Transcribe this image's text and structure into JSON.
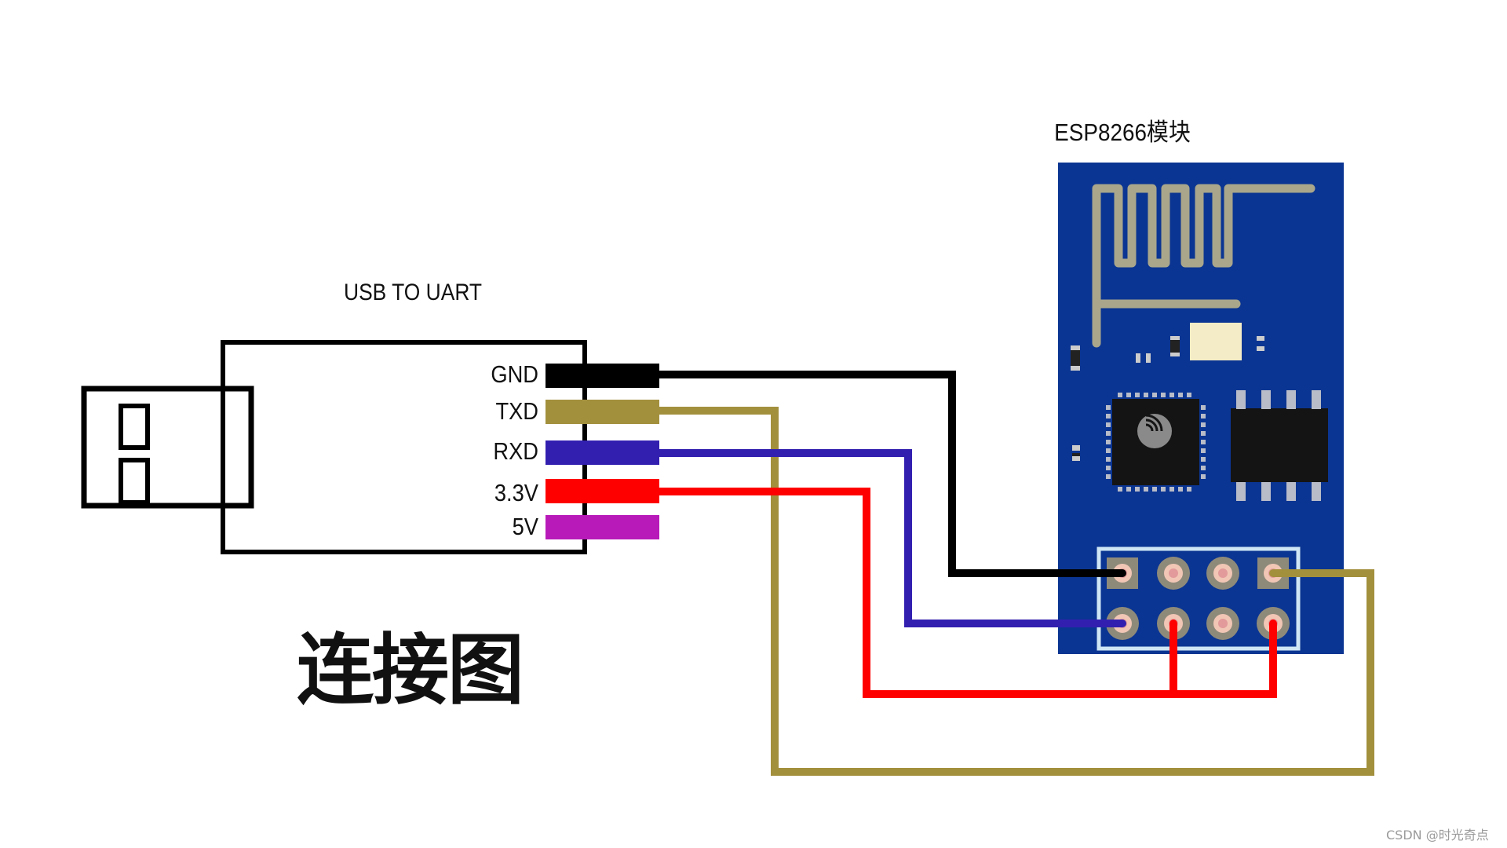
{
  "diagram": {
    "title": "连接图",
    "usb_module": {
      "label": "USB TO UART",
      "pins": [
        {
          "name": "GND",
          "color": "#000000"
        },
        {
          "name": "TXD",
          "color": "#a3903d"
        },
        {
          "name": "RXD",
          "color": "#321fb0"
        },
        {
          "name": "3.3V",
          "color": "#ff0000"
        },
        {
          "name": "5V",
          "color": "#b71ab9"
        }
      ]
    },
    "esp_module": {
      "label": "ESP8266模块",
      "board_color": "#0b3592",
      "trace_color": "#a9a68b"
    },
    "connections": [
      {
        "from": "GND",
        "to": "ESP header row1 pin1",
        "color": "#000000"
      },
      {
        "from": "TXD",
        "to": "ESP header row1 pin4",
        "color": "#a3903d"
      },
      {
        "from": "RXD",
        "to": "ESP header row2 pin1",
        "color": "#321fb0"
      },
      {
        "from": "3.3V",
        "to": "ESP header row2 pin2 and row2 pin4",
        "color": "#ff0000"
      }
    ]
  },
  "watermark": "CSDN @时光奇点"
}
